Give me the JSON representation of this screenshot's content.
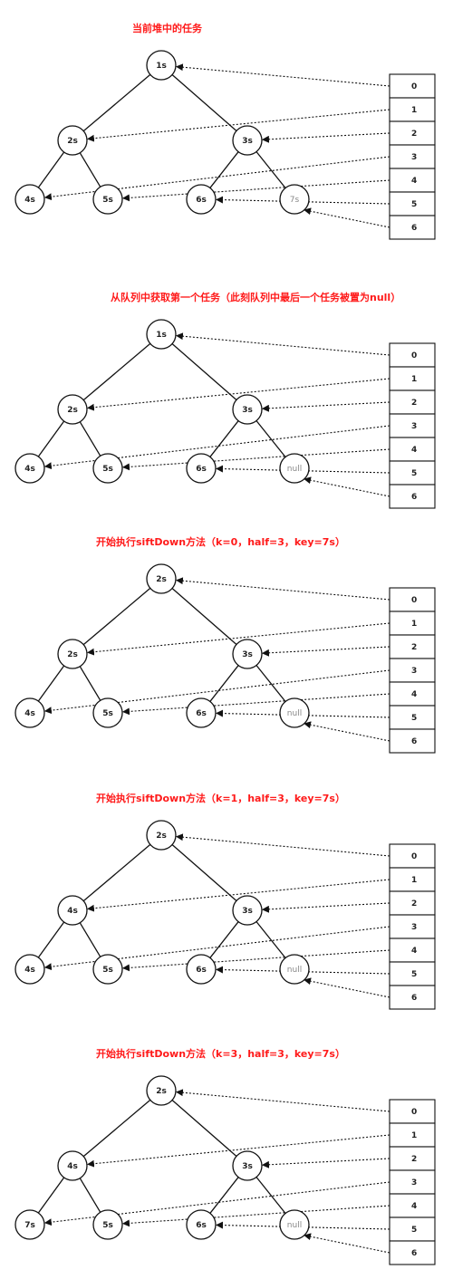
{
  "diagram": {
    "colors": {
      "title": "#ff1a1a",
      "stroke": "#111111",
      "faded_text": "#888888"
    },
    "index_labels": [
      "0",
      "1",
      "2",
      "3",
      "4",
      "5",
      "6"
    ],
    "panels": [
      {
        "title": "当前堆中的任务",
        "nodes": [
          "1s",
          "2s",
          "3s",
          "4s",
          "5s",
          "6s",
          "7s"
        ],
        "faded": [
          6
        ]
      },
      {
        "title": "从队列中获取第一个任务（此刻队列中最后一个任务被置为null）",
        "nodes": [
          "1s",
          "2s",
          "3s",
          "4s",
          "5s",
          "6s",
          "null"
        ],
        "faded": [
          6
        ]
      },
      {
        "title": "开始执行siftDown方法（k=0，half=3，key=7s）",
        "nodes": [
          "2s",
          "2s",
          "3s",
          "4s",
          "5s",
          "6s",
          "null"
        ],
        "faded": [
          6
        ]
      },
      {
        "title": "开始执行siftDown方法（k=1，half=3，key=7s）",
        "nodes": [
          "2s",
          "4s",
          "3s",
          "4s",
          "5s",
          "6s",
          "null"
        ],
        "faded": [
          6
        ]
      },
      {
        "title": "开始执行siftDown方法（k=3，half=3，key=7s）",
        "nodes": [
          "2s",
          "4s",
          "3s",
          "7s",
          "5s",
          "6s",
          "null"
        ],
        "faded": [
          6
        ]
      }
    ]
  }
}
